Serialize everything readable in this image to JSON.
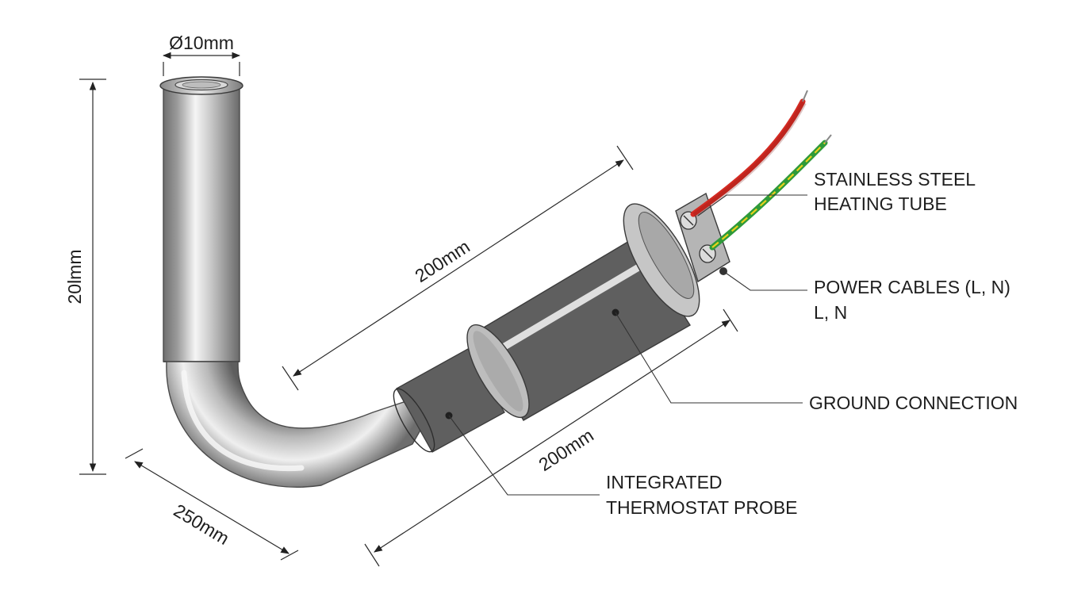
{
  "dimensions": {
    "diameter": "Ø10mm",
    "height": "20lmm",
    "upper_length": "200mm",
    "lower_length": "200mm",
    "base_length": "250mm"
  },
  "labels": {
    "steel_tube": [
      "STAINLESS STEEL",
      "HEATING TUBE"
    ],
    "power_cables": [
      "POWER CABLES (L, N)",
      "L, N"
    ],
    "ground": "GROUND CONNECTION",
    "probe": [
      "INTEGRATED",
      "THERMOSTAT PROBE"
    ]
  },
  "colors": {
    "wire_live": "#d42a22",
    "wire_ground_green": "#2f9a3a",
    "wire_ground_yellow": "#e8d21a",
    "metal_dark": "#7d7d7d",
    "metal_light": "#f4f4f4"
  }
}
